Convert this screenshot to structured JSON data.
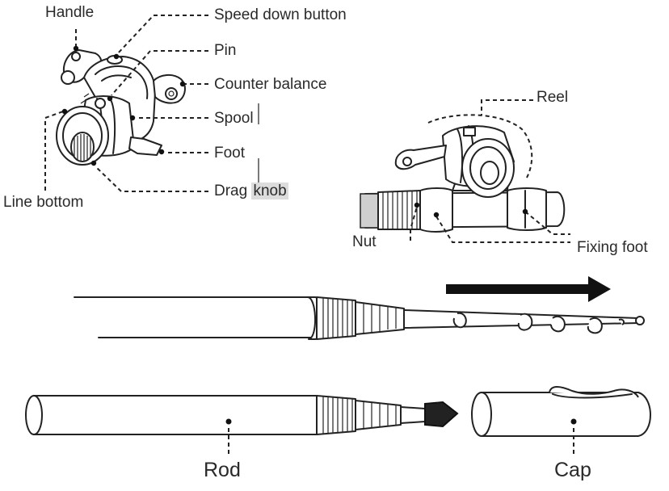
{
  "labels": {
    "handle": "Handle",
    "speed_down_button": "Speed down button",
    "pin": "Pin",
    "counter_balance": "Counter balance",
    "spool": "Spool",
    "foot": "Foot",
    "drag_knob_1": "Drag ",
    "drag_knob_2": "knob",
    "line_bottom": "Line bottom",
    "reel": "Reel",
    "nut": "Nut",
    "fixing_foot": "Fixing foot",
    "rod": "Rod",
    "cap": "Cap"
  },
  "colors": {
    "ink": "#222222",
    "arrow": "#111111",
    "highlight": "#dcdcdc"
  }
}
